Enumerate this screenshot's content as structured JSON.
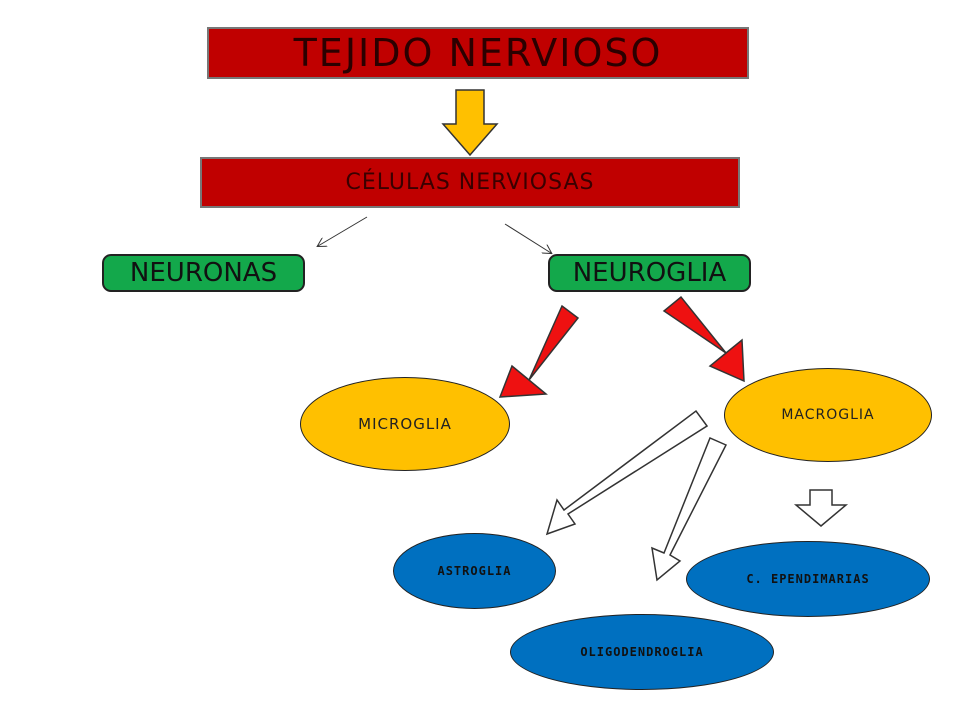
{
  "title": "TEJIDO  NERVIOSO",
  "subtitle": "CÉLULAS NERVIOSAS",
  "branches": {
    "left": "NEURONAS",
    "right": "NEUROGLIA"
  },
  "neuroglia_types": {
    "micro": "MICROGLIA",
    "macro": "MACROGLIA"
  },
  "macroglia_types": {
    "astro": "ASTROGLIA",
    "oligo": "OLIGODENDROGLIA",
    "ependimarias": "C. EPENDIMARIAS"
  },
  "colors": {
    "red": "#c00000",
    "green": "#13a84b",
    "yellow": "#ffc000",
    "blue": "#0070c0",
    "arrow_red": "#ee1111",
    "arrow_yellow": "#ffc000"
  }
}
